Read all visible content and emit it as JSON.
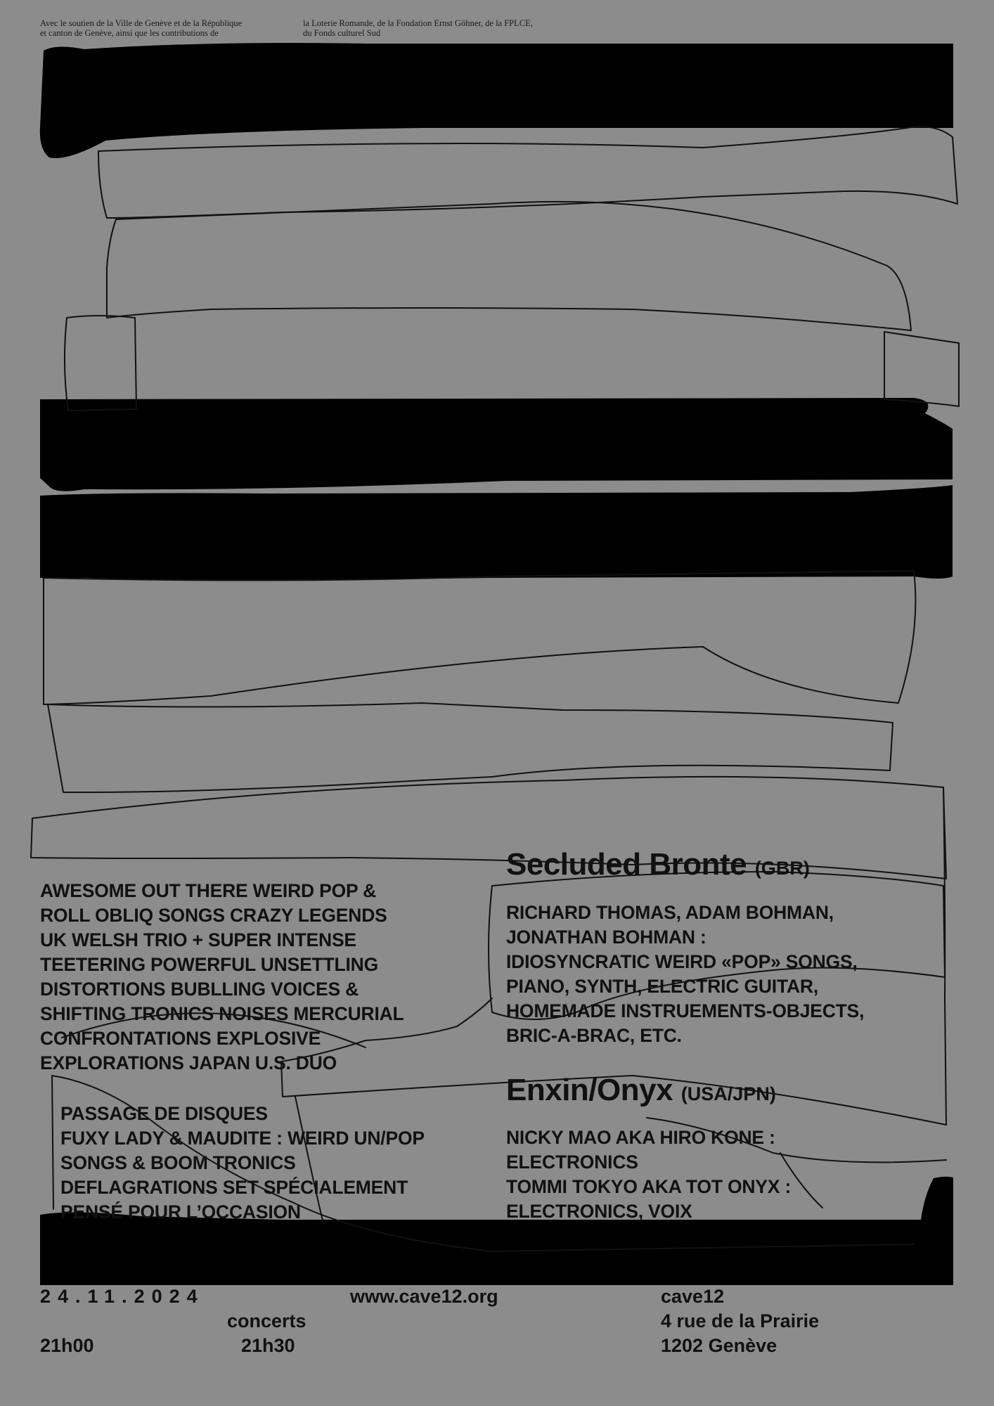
{
  "sponsors": {
    "col1": [
      "Avec le soutien de la Ville de Genève et de la République",
      "et canton de Genève, ainsi que les contributions de"
    ],
    "col2": [
      "la Loterie Romande, de la Fondation Ernst Göhner, de la FPLCE,",
      "du Fonds culturel Sud"
    ]
  },
  "description_lines": [
    "AWESOME OUT THERE WEIRD POP &",
    "ROLL OBLIQ SONGS CRAZY LEGENDS",
    "UK WELSH TRIO + SUPER INTENSE",
    "TEETERING POWERFUL UNSETTLING",
    "DISTORTIONS BUBLLING VOICES &",
    "SHIFTING TRONICS NOISES MERCURIAL",
    "CONFRONTATIONS EXPLOSIVE",
    "EXPLORATIONS JAPAN U.S. DUO"
  ],
  "passage_lines": [
    "PASSAGE DE DISQUES",
    "FUXY LADY & MAUDITE : WEIRD UN/POP",
    "SONGS & BOOM TRONICS",
    "DEFLAGRATIONS SET SPÉCIALEMENT",
    "PENSÉ POUR L’OCCASION"
  ],
  "acts": [
    {
      "name": "Secluded Bronte",
      "origin": "(GBR)",
      "lines": [
        "RICHARD THOMAS, ADAM BOHMAN,",
        "JONATHAN BOHMAN :",
        "IDIOSYNCRATIC WEIRD «POP» SONGS,",
        "PIANO, SYNTH, ELECTRIC GUITAR,",
        "HOMEMADE INSTRUEMENTS-OBJECTS,",
        "BRIC-A-BRAC, ETC."
      ]
    },
    {
      "name": "Enxin/Onyx",
      "origin": "(USA/JPN)",
      "lines": [
        "NICKY MAO AKA HIRO KONE :",
        "ELECTRONICS",
        "TOMMI TOKYO AKA TOT ONYX :",
        "ELECTRONICS, VOIX"
      ]
    }
  ],
  "footer": {
    "date": "24.11.2024",
    "doors": "21h00",
    "concerts_label": "concerts",
    "concerts_time": "21h30",
    "website": "www.cave12.org",
    "venue": "cave12",
    "street": "4 rue de la Prairie",
    "city": "1202 Genève"
  },
  "colors": {
    "background": "#8c8c8c",
    "ink": "#000000"
  }
}
